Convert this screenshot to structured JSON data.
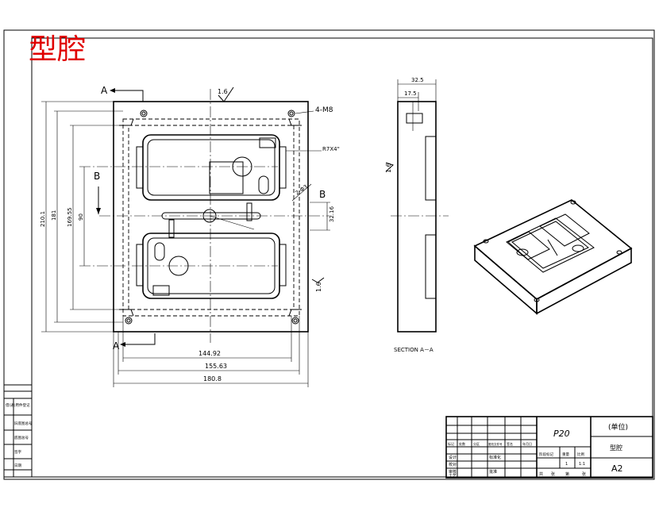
{
  "header": {
    "title": "型腔"
  },
  "plan_view": {
    "section_mark_a": "A",
    "section_mark_b": "B",
    "roughness_top": "1.6",
    "roughness_right": "1.6",
    "hole_callout": "4-M8",
    "pocket_callout": "R7X4\"",
    "gate_callout": "2-Φ3",
    "dims": {
      "overall_h": "210.1",
      "h2": "181",
      "h3": "169.55",
      "h4": "90",
      "h5": "32.16",
      "w1": "144.92",
      "w2": "155.63",
      "w3": "180.8"
    }
  },
  "section_view": {
    "width_dim": "32.5",
    "depth_dim": "17.5",
    "roughness": "1.6",
    "caption": "SECTION A－A"
  },
  "left_strip": {
    "rows": [
      "借(通)用件登记",
      "旧底图总号",
      "底图总号",
      "签字",
      "日期"
    ]
  },
  "title_block": {
    "drawing_no": "P20",
    "unit": "(单位)",
    "part_name": "型腔",
    "sheet_size": "A2",
    "rev_headers": [
      "标记",
      "处数",
      "分区",
      "更改文件号",
      "签名",
      "年月日"
    ],
    "rows_left": [
      "设计",
      "校对",
      "审核",
      "工艺"
    ],
    "rows_mid": [
      "标准化",
      "批准"
    ],
    "stage_header": [
      "阶段标记",
      "重量",
      "比例"
    ],
    "scale": "1:1",
    "scale_mark": "1",
    "sheet_info": [
      "共",
      "张",
      "第",
      "张"
    ]
  }
}
